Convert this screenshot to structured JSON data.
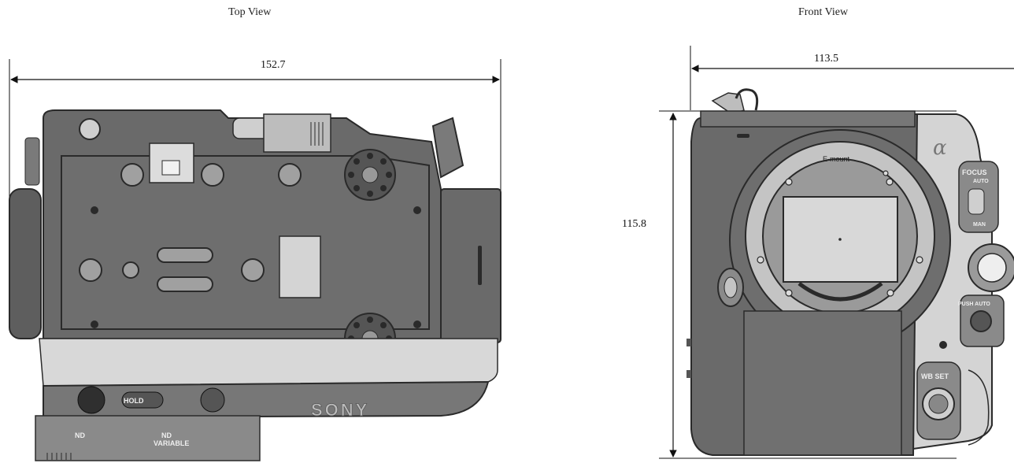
{
  "views": {
    "top": {
      "title": "Top View",
      "width_mm": "152.7",
      "labels": {
        "hold": "HOLD",
        "nd": "ND",
        "nd_variable": "ND\nVARIABLE",
        "brand": "SONY"
      }
    },
    "front": {
      "title": "Front View",
      "width_mm": "113.5",
      "height_mm": "115.8",
      "labels": {
        "mount": "E-mount",
        "alpha": "α",
        "focus": "FOCUS",
        "auto": "AUTO",
        "man": "MAN",
        "push_auto": "PUSH AUTO",
        "wb_set": "WB SET"
      }
    }
  },
  "colors": {
    "body_dark": "#6a6a6a",
    "body_mid": "#8a8a8a",
    "body_light": "#cfcfcf",
    "outline": "#2a2a2a",
    "sensor": "#d8d8d8"
  }
}
